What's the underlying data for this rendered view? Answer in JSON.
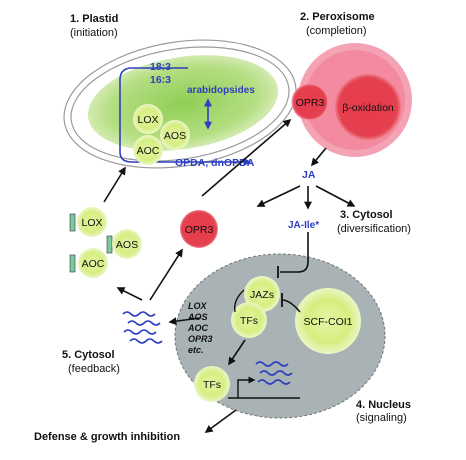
{
  "sections": {
    "plastid": {
      "number_title": "1. Plastid",
      "subtitle": "(initiation)"
    },
    "peroxisome": {
      "number_title": "2. Peroxisome",
      "subtitle": "(completion)"
    },
    "cytosol_div": {
      "number_title": "3. Cytosol",
      "subtitle": "(diversification)"
    },
    "nucleus": {
      "number_title": "4. Nucleus",
      "subtitle": "(signaling)"
    },
    "cytosol_fb": {
      "number_title": "5. Cytosol",
      "subtitle": "(feedback)"
    }
  },
  "plastid": {
    "fatty_acids_1": "18:3",
    "fatty_acids_2": "16:3",
    "arabidopsides": "arabidopsides",
    "enzymes": [
      "LOX",
      "AOS",
      "AOC"
    ],
    "products": "OPDA, dnOPDA"
  },
  "peroxisome": {
    "enzyme": "OPR3",
    "process": "β-oxidation"
  },
  "cytosol": {
    "ja": "JA",
    "ja_ile": "JA-Ile*",
    "opr3": "OPR3"
  },
  "feedback_enzymes": [
    "LOX",
    "AOS",
    "AOC"
  ],
  "nucleus": {
    "jazs": "JAZs",
    "tfs_complex": "TFs",
    "receptor": "SCF-COI1",
    "tfs_bound": "TFs",
    "targets": [
      "LOX",
      "AOS",
      "AOC",
      "OPR3",
      "etc."
    ]
  },
  "outcome": "Defense & growth inhibition",
  "colors": {
    "plastid_green": "#a8d86e",
    "enzyme_fill": "#d9ef8b",
    "peroxisome_pink": "#f2879b",
    "opr3_red": "#e23b4b",
    "nucleus_gray": "#a9b3b5",
    "text_blue": "#2f3fc0"
  }
}
